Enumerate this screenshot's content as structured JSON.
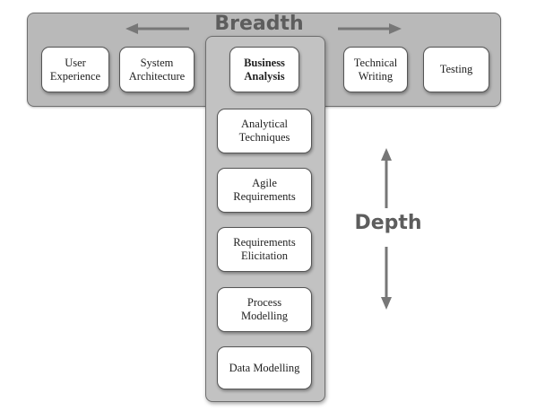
{
  "diagram": {
    "breadth_label": "Breadth",
    "depth_label": "Depth",
    "breadth_skills": [
      {
        "label": "User\nExperience"
      },
      {
        "label": "System\nArchitecture"
      },
      {
        "label": "Business\nAnalysis"
      },
      {
        "label": "Technical\nWriting"
      },
      {
        "label": "Testing"
      }
    ],
    "depth_skills": [
      {
        "label": "Analytical\nTechniques"
      },
      {
        "label": "Agile\nRequirements"
      },
      {
        "label": "Requirements\nElicitation"
      },
      {
        "label": "Process\nModelling"
      },
      {
        "label": "Data Modelling"
      }
    ],
    "colors": {
      "bar": "#b9b9b9",
      "column": "#c2c2c2",
      "card": "#ffffff",
      "label_text": "#5d5d5d",
      "arrow": "#777777"
    },
    "icons": [
      "arrow-left-icon",
      "arrow-right-icon",
      "arrow-up-icon",
      "arrow-down-icon"
    ]
  }
}
